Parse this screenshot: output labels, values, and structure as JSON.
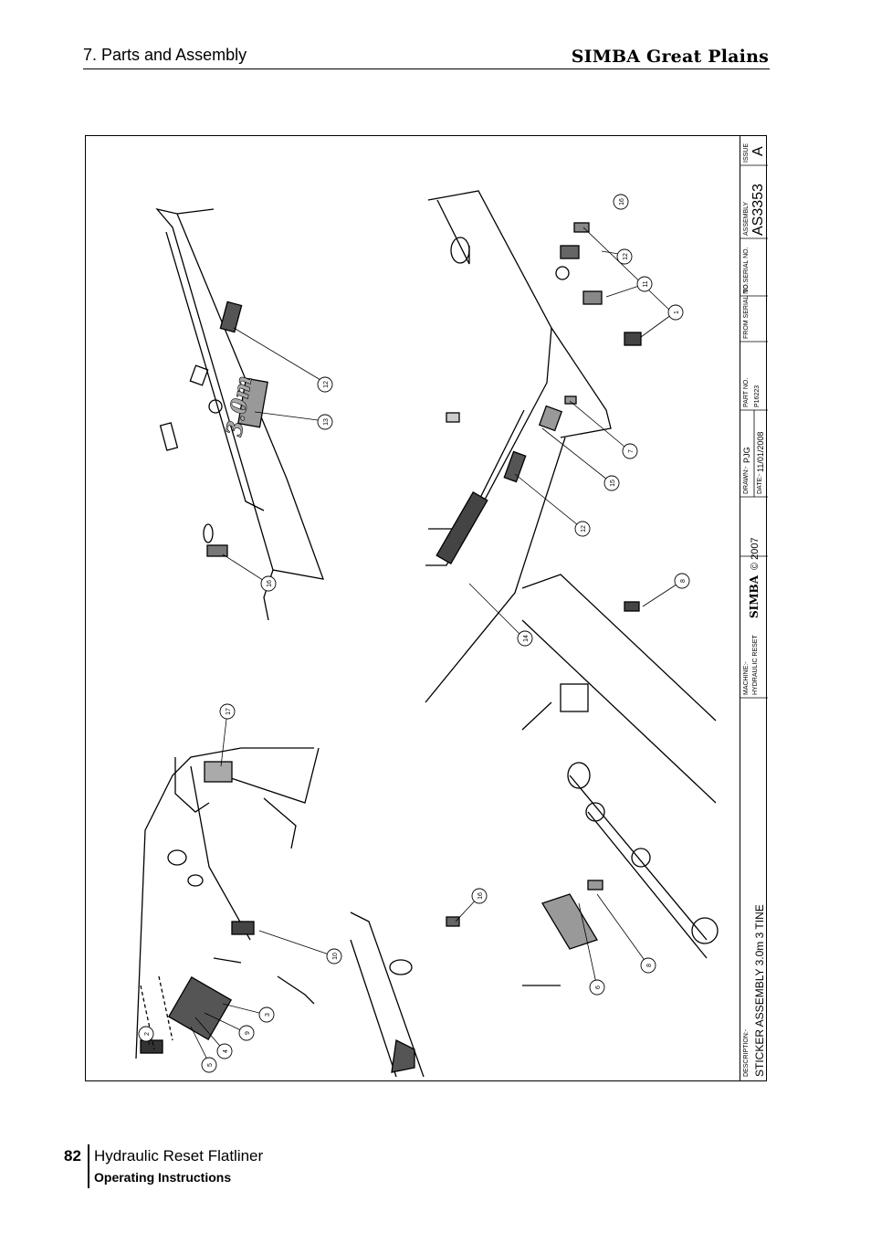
{
  "header": {
    "section": "7. Parts and Assembly",
    "brand": "SIMBA Great Plains"
  },
  "title_block": {
    "description_label": "DESCRIPTION:-",
    "description": "STICKER ASSEMBLY 3.0m 3 TINE",
    "machine_label": "MACHINE:-",
    "machine": "HYDRAULIC RESET",
    "logo_text": "SIMBA",
    "copyright": "© 2007",
    "drawn_label": "DRAWN:-",
    "drawn": "PJG",
    "date_label": "DATE:-",
    "date": "11/01/2008",
    "part_no_label": "PART NO.",
    "part_no": "P16223",
    "from_serial_label": "FROM SERIAL NO.",
    "to_serial_label": "TO SERIAL NO.",
    "assembly_label": "ASSEMBLY",
    "assembly": "AS3353",
    "issue_label": "ISSUE",
    "issue": "A"
  },
  "callouts": [
    "1",
    "2",
    "3",
    "4",
    "5",
    "6",
    "7",
    "8",
    "8",
    "9",
    "10",
    "11",
    "12",
    "12",
    "12",
    "13",
    "14",
    "15",
    "16",
    "16",
    "16",
    "17"
  ],
  "drawing_sticker_text": "3.0m",
  "footer": {
    "page_number": "82",
    "title": "Hydraulic Reset Flatliner",
    "subtitle": "Operating Instructions"
  }
}
